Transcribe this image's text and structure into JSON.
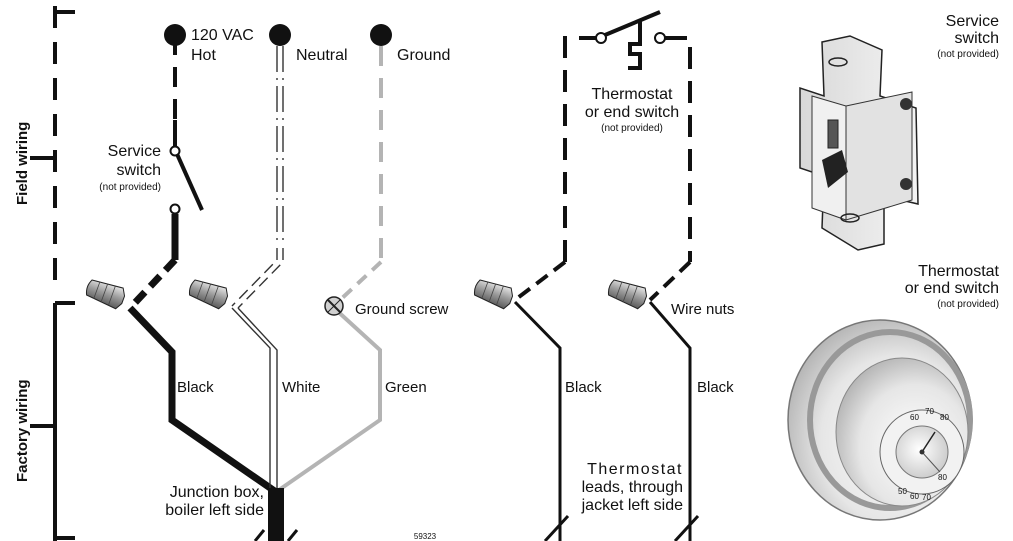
{
  "side_labels": {
    "field_wiring": "Field wiring",
    "factory_wiring": "Factory wiring"
  },
  "terminals": {
    "hot_line1": "120 VAC",
    "hot_line2": "Hot",
    "neutral": "Neutral",
    "ground": "Ground"
  },
  "service_switch_left": {
    "line1": "Service",
    "line2": "switch",
    "note": "(not provided)"
  },
  "thermostat_center": {
    "line1": "Thermostat",
    "line2": "or end switch",
    "note": "(not provided)"
  },
  "ground_screw": "Ground screw",
  "wire_nuts": "Wire nuts",
  "wire_colors": {
    "black_left": "Black",
    "white": "White",
    "green": "Green",
    "black_mid": "Black",
    "black_right": "Black"
  },
  "junction_box": {
    "line1": "Junction box,",
    "line2": "boiler left side"
  },
  "thermostat_leads": {
    "line1": "Thermostat",
    "line2": "leads, through",
    "line3": "jacket left side"
  },
  "figure_number": "59323",
  "service_switch_right": {
    "line1": "Service",
    "line2": "switch",
    "note": "(not provided)"
  },
  "thermostat_right": {
    "line1": "Thermostat",
    "line2": "or end switch",
    "note": "(not provided)"
  },
  "dial_numbers": [
    "50",
    "60",
    "70",
    "80",
    "80",
    "70",
    "60"
  ],
  "colors": {
    "black_wire": "#111111",
    "green_wire": "#b4b4b4",
    "white_wire_outline": "#333333"
  }
}
